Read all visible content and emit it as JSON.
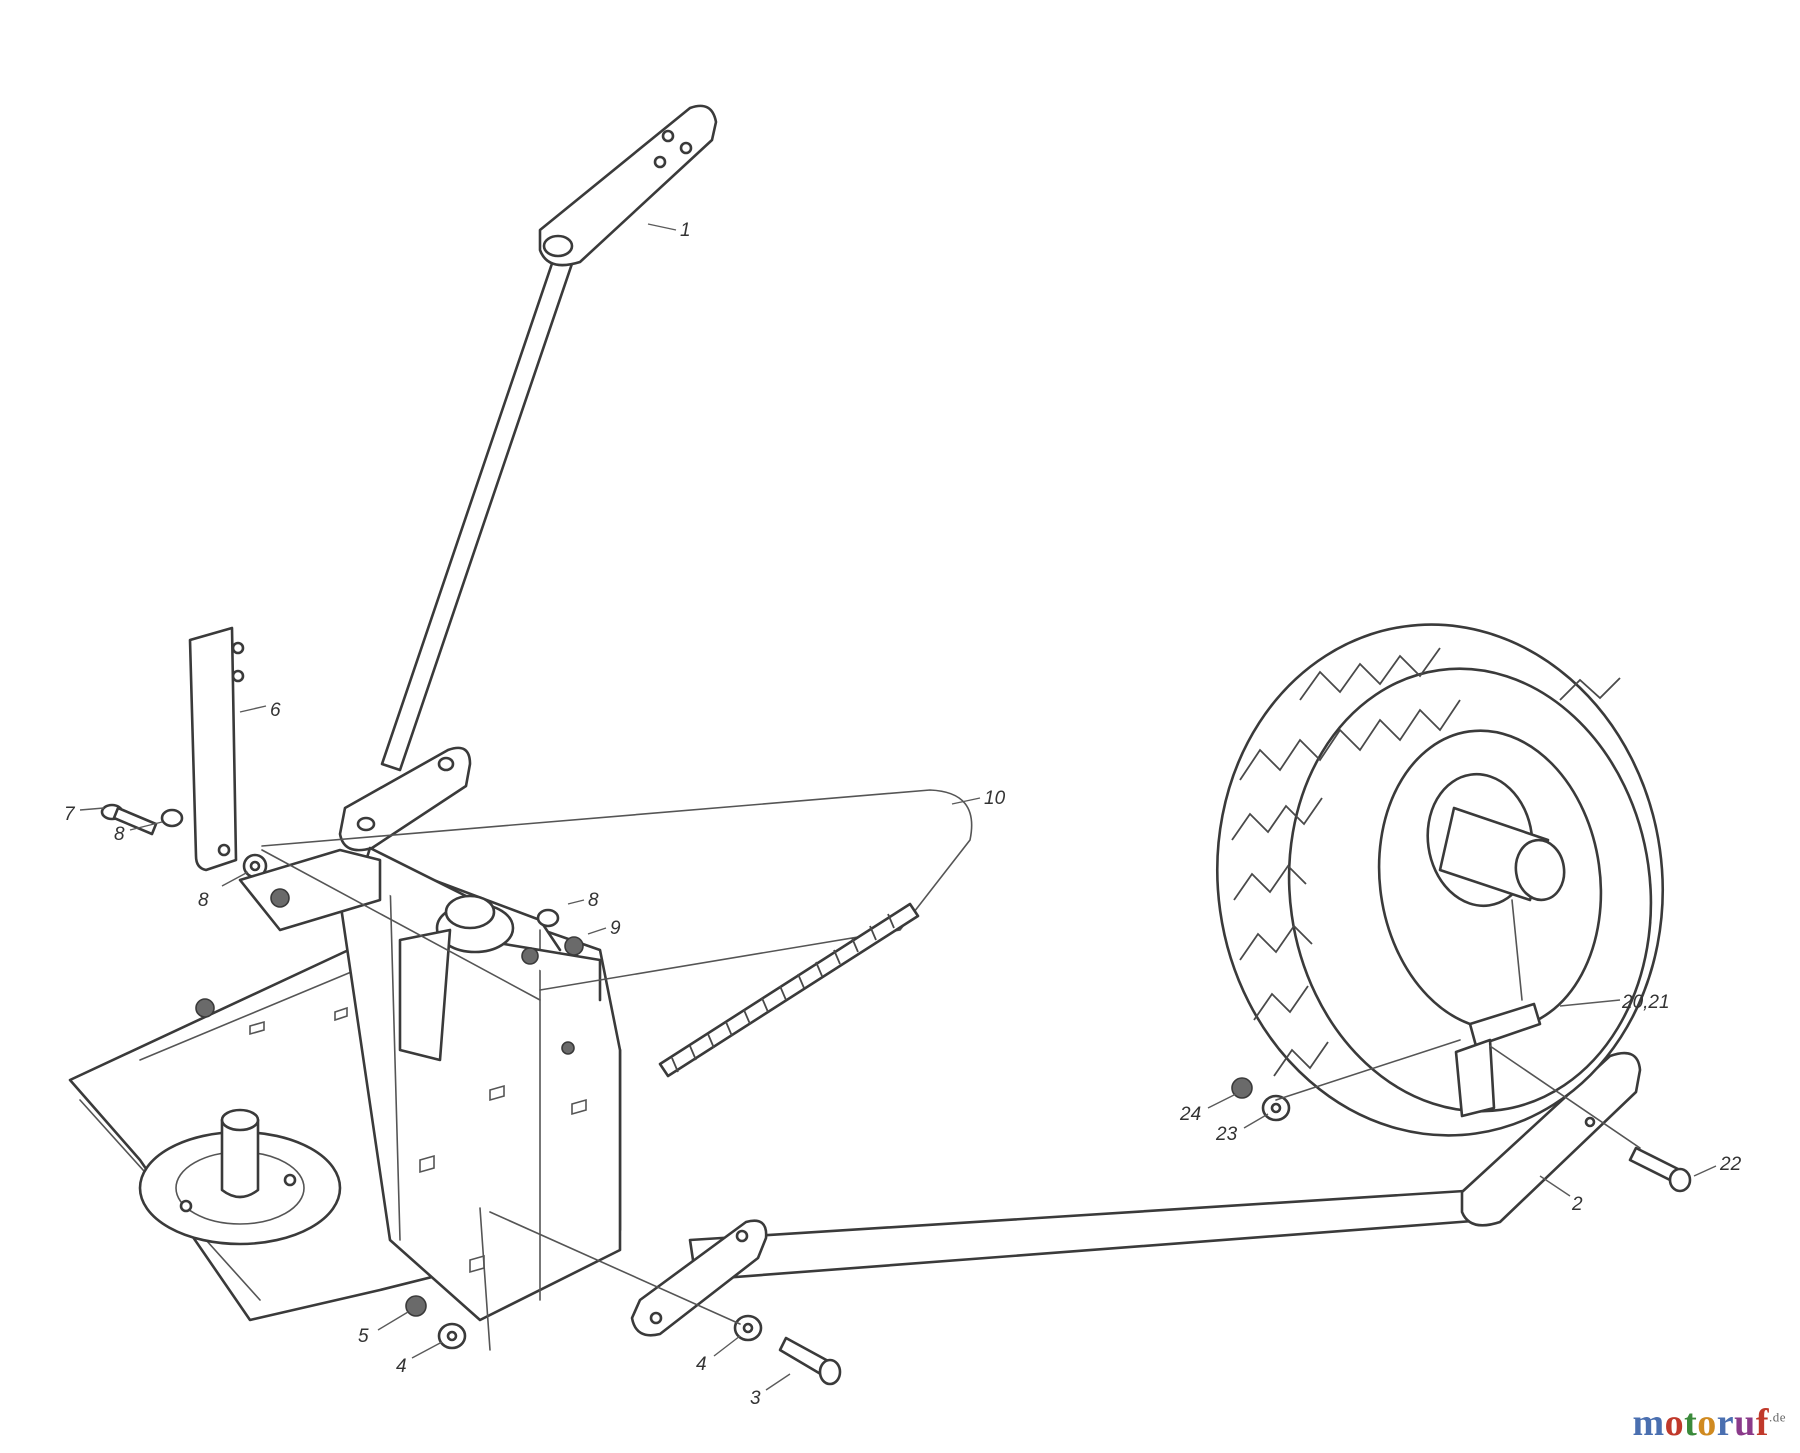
{
  "diagram": {
    "labels": [
      {
        "id": "1",
        "text": "1"
      },
      {
        "id": "6",
        "text": "6"
      },
      {
        "id": "7",
        "text": "7"
      },
      {
        "id": "8a",
        "text": "8"
      },
      {
        "id": "8b",
        "text": "8"
      },
      {
        "id": "8c",
        "text": "8"
      },
      {
        "id": "9",
        "text": "9"
      },
      {
        "id": "10",
        "text": "10"
      },
      {
        "id": "20_21",
        "text": "20,21"
      },
      {
        "id": "24",
        "text": "24"
      },
      {
        "id": "23",
        "text": "23"
      },
      {
        "id": "22",
        "text": "22"
      },
      {
        "id": "2",
        "text": "2"
      },
      {
        "id": "5",
        "text": "5"
      },
      {
        "id": "4a",
        "text": "4"
      },
      {
        "id": "4b",
        "text": "4"
      },
      {
        "id": "3",
        "text": "3"
      }
    ]
  },
  "watermark": {
    "part_m": "m",
    "part_o1": "o",
    "part_t": "t",
    "part_o2": "o",
    "part_r": "r",
    "part_u": "u",
    "part_f": "f",
    "suffix": ".de",
    "colors": {
      "m": "#4a6fb0",
      "o1": "#c0392b",
      "t": "#3a8a3a",
      "o2": "#d08a20",
      "r": "#4a6fb0",
      "u": "#8a3a8a",
      "f": "#c0392b"
    }
  }
}
